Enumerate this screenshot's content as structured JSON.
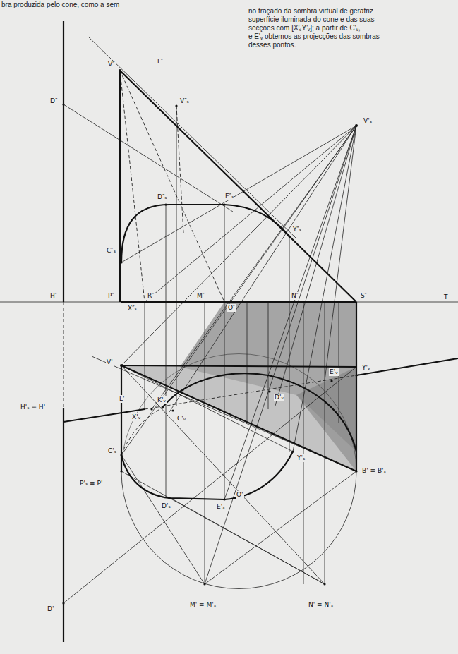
{
  "diagram": {
    "labels": [
      "bra produzida pelo cone, como a sem",
      "no traçado da sombra virtual de geratriz",
      "superfície iluminada do cone e das suas",
      "secções com [X'ₛY'ᵥ]; a partir de C'ᵥ,",
      "e E'ᵥ obtemos as projecções das sombras",
      "desses pontos.",
      "V″",
      "L″",
      "D″",
      "V″ₛ",
      "D″ₛ",
      "E″ₛ",
      "Y″ₛ",
      "C″ₛ",
      "V'ₛ",
      "H″",
      "P″",
      "R″",
      "M″",
      "O″",
      "N″",
      "S″",
      "X″ₛ",
      "T",
      "V'",
      "L'",
      "H'ₛ ≡ H'",
      "X'ᵥ",
      "K'ᵥ",
      "C'ᵥ",
      "D'ᵥ",
      "E'ᵥ",
      "Y'ᵥ",
      "Y'ₛ",
      "C'ₛ",
      "P'ₛ ≡ P'",
      "D'ₛ",
      "E'ₛ",
      "O'",
      "B' ≡ B'ₛ",
      "D'",
      "M' ≡ M'ₛ",
      "N' ≡ N'ₛ"
    ]
  }
}
